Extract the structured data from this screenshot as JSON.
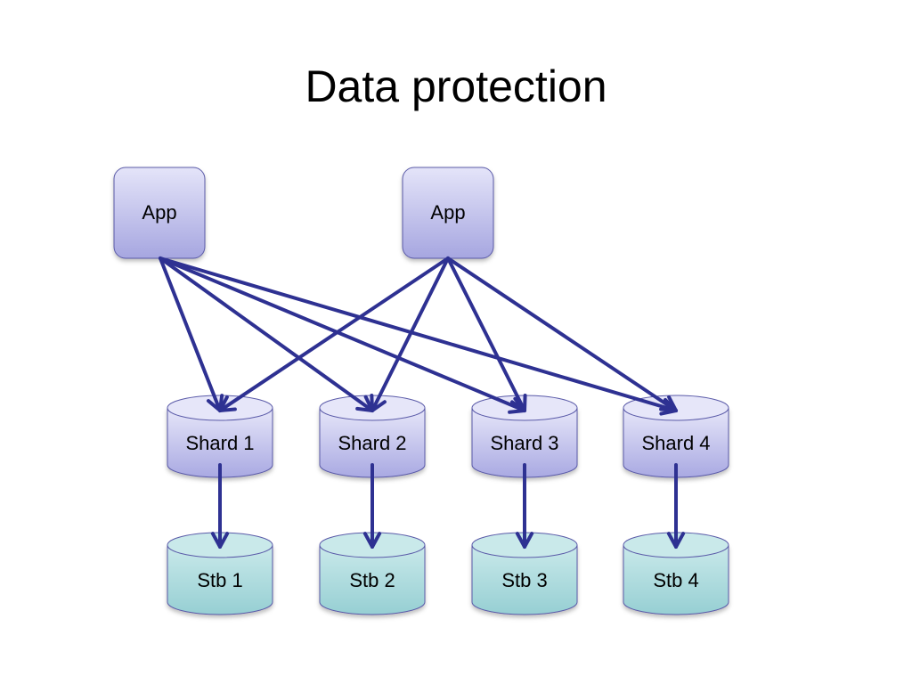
{
  "title": "Data protection",
  "colors": {
    "arrow": "#2e3192",
    "app_fill_top": "#e4e4f9",
    "app_fill_bottom": "#a6a6e0",
    "shard_fill_top": "#e6e6f9",
    "shard_fill_bottom": "#a9a9e2",
    "stb_fill_top": "#c9e9ea",
    "stb_fill_bottom": "#96cfd3",
    "node_stroke": "#5a5aa8"
  },
  "apps": [
    {
      "id": "app1",
      "label": "App"
    },
    {
      "id": "app2",
      "label": "App"
    }
  ],
  "shards": [
    {
      "id": "shard1",
      "label": "Shard 1"
    },
    {
      "id": "shard2",
      "label": "Shard 2"
    },
    {
      "id": "shard3",
      "label": "Shard 3"
    },
    {
      "id": "shard4",
      "label": "Shard 4"
    }
  ],
  "standbys": [
    {
      "id": "stb1",
      "label": "Stb 1"
    },
    {
      "id": "stb2",
      "label": "Stb 2"
    },
    {
      "id": "stb3",
      "label": "Stb 3"
    },
    {
      "id": "stb4",
      "label": "Stb 4"
    }
  ],
  "edges": [
    {
      "from": "app1",
      "to": "shard1"
    },
    {
      "from": "app1",
      "to": "shard2"
    },
    {
      "from": "app1",
      "to": "shard3"
    },
    {
      "from": "app1",
      "to": "shard4"
    },
    {
      "from": "app2",
      "to": "shard1"
    },
    {
      "from": "app2",
      "to": "shard2"
    },
    {
      "from": "app2",
      "to": "shard3"
    },
    {
      "from": "app2",
      "to": "shard4"
    },
    {
      "from": "shard1",
      "to": "stb1"
    },
    {
      "from": "shard2",
      "to": "stb2"
    },
    {
      "from": "shard3",
      "to": "stb3"
    },
    {
      "from": "shard4",
      "to": "stb4"
    }
  ]
}
